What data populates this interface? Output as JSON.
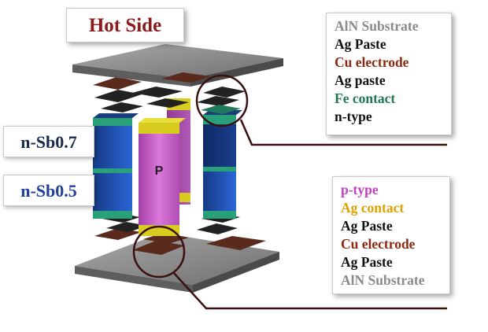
{
  "hot_side": {
    "label": "Hot Side",
    "color": "#8b1a1a"
  },
  "p_leg_letter": "P",
  "sample_labels": [
    {
      "text": "n-Sb0.7",
      "color": "#1b2a4a"
    },
    {
      "text": "n-Sb0.5",
      "color": "#1f3f9a"
    }
  ],
  "legend_top": [
    {
      "text": "AlN Substrate",
      "color": "#8a8a8a"
    },
    {
      "text": "Ag Paste",
      "color": "#111111"
    },
    {
      "text": "Cu electrode",
      "color": "#8b2a10"
    },
    {
      "text": "Ag paste",
      "color": "#111111"
    },
    {
      "text": "Fe contact",
      "color": "#1e7a4e"
    },
    {
      "text": "n-type",
      "color": "#111111"
    }
  ],
  "legend_bottom": [
    {
      "text": "p-type",
      "color": "#c13fc1"
    },
    {
      "text": "Ag contact",
      "color": "#e0a000"
    },
    {
      "text": "Ag Paste",
      "color": "#111111"
    },
    {
      "text": "Cu electrode",
      "color": "#8b2a10"
    },
    {
      "text": "Ag Paste",
      "color": "#111111"
    },
    {
      "text": "AlN Substrate",
      "color": "#8a8a8a"
    }
  ],
  "colors": {
    "substrate": "#8f8f8f",
    "paste": "#2a2a2a",
    "electrode": "#5a2a1c",
    "n_type": "#1f4aa8",
    "n_type_top": "#1a3c78",
    "fe_contact": "#2aa07a",
    "p_type": "#c25ec2",
    "ag_contact": "#d8cc20",
    "callout": "#3a1010"
  }
}
